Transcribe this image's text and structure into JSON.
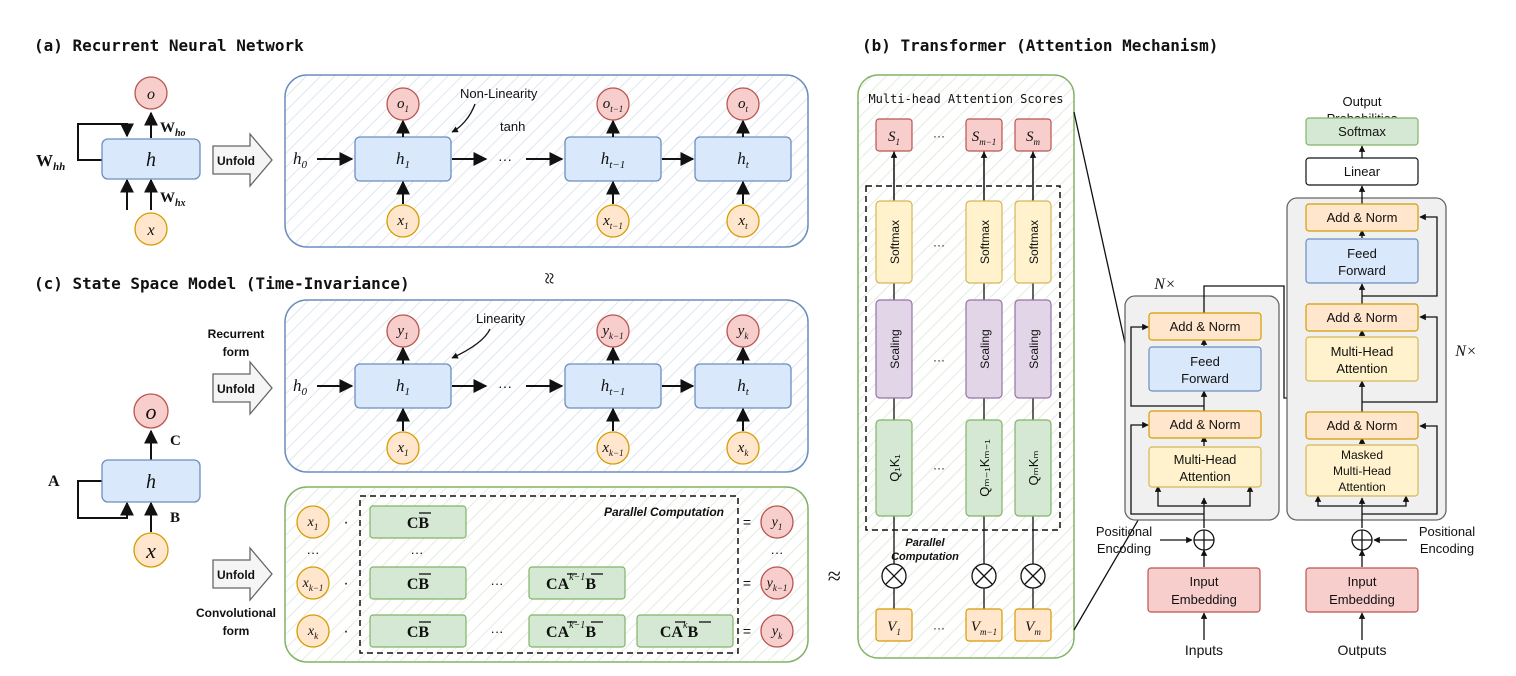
{
  "sections": {
    "rnn": "(a) Recurrent Neural Network",
    "transformer": "(b) Transformer (Attention Mechanism)",
    "ssm": "(c) State Space Model (Time-Invariance)"
  },
  "rnn": {
    "unfold": "Unfold",
    "nonlinearity": "Non-Linearity",
    "tanh": "tanh",
    "rolled": {
      "o": "o",
      "h": "h",
      "x": "x",
      "w_hh": "W",
      "w_hh_sub": "hh",
      "w_ho": "W",
      "w_ho_sub": "ho",
      "w_hx": "W",
      "w_hx_sub": "hx"
    },
    "h0": "h",
    "h0_sub": "0",
    "dots": "···",
    "steps": [
      {
        "o": "o",
        "o_sub": "1",
        "h": "h",
        "h_sub": "1",
        "x": "x",
        "x_sub": "1"
      },
      {
        "o": "o",
        "o_sub": "t−1",
        "h": "h",
        "h_sub": "t−1",
        "x": "x",
        "x_sub": "t−1"
      },
      {
        "o": "o",
        "o_sub": "t",
        "h": "h",
        "h_sub": "t",
        "x": "x",
        "x_sub": "t"
      }
    ]
  },
  "approx_symbol": "≈",
  "ssm": {
    "rolled": {
      "o": "o",
      "h": "h",
      "x": "x",
      "a": "A",
      "b": "B",
      "c": "C"
    },
    "recurrent_label": [
      "Recurrent",
      "form"
    ],
    "convolutional_label": [
      "Convolutional",
      "form"
    ],
    "unfold": "Unfold",
    "linearity": "Linearity",
    "h0": "h",
    "h0_sub": "0",
    "dots": "···",
    "steps": [
      {
        "y": "y",
        "y_sub": "1",
        "h": "h",
        "h_sub": "1",
        "x": "x",
        "x_sub": "1"
      },
      {
        "y": "y",
        "y_sub": "k−1",
        "h": "h",
        "h_sub": "t−1",
        "x": "x",
        "x_sub": "k−1"
      },
      {
        "y": "y",
        "y_sub": "k",
        "h": "h",
        "h_sub": "t",
        "x": "x",
        "x_sub": "k"
      }
    ],
    "parallel_label": "Parallel Computation",
    "conv_rows": [
      {
        "x": "x",
        "x_sub": "1",
        "y": "y",
        "y_sub": "1"
      },
      {
        "x": "x",
        "x_sub": "k−1",
        "y": "y",
        "y_sub": "k−1"
      },
      {
        "x": "x",
        "x_sub": "k",
        "y": "y",
        "y_sub": "k"
      }
    ],
    "kernel_cb": "CB",
    "kernel_ca": "CA",
    "kernel_b": "B",
    "kernel_pow_k1": "k−1",
    "kernel_pow_k": "k",
    "dot": "·",
    "equals": "=",
    "vdots": "···"
  },
  "attention": {
    "title": "Multi-head Attention Scores",
    "parallel_label": [
      "Parallel",
      "Computation"
    ],
    "dots": "···",
    "heads": [
      {
        "s": "S",
        "s_sub": "1",
        "softmax": "Softmax",
        "scaling": "Scaling",
        "qk": "Q₁K₁",
        "v": "V",
        "v_sub": "1"
      },
      {
        "s": "S",
        "s_sub": "m−1",
        "softmax": "Softmax",
        "scaling": "Scaling",
        "qk": "Qₘ₋₁Kₘ₋₁",
        "v": "V",
        "v_sub": "m−1"
      },
      {
        "s": "S",
        "s_sub": "m",
        "softmax": "Softmax",
        "scaling": "Scaling",
        "qk": "QₘKₘ",
        "v": "V",
        "v_sub": "m"
      }
    ]
  },
  "encoder": {
    "nx": "N×",
    "add_norm": "Add & Norm",
    "feed_forward": [
      "Feed",
      "Forward"
    ],
    "mha": [
      "Multi-Head",
      "Attention"
    ],
    "positional": [
      "Positional",
      "Encoding"
    ],
    "input_embedding": [
      "Input",
      "Embedding"
    ],
    "inputs": "Inputs"
  },
  "decoder": {
    "nx": "N×",
    "output_probs": [
      "Output",
      "Probabilities"
    ],
    "softmax": "Softmax",
    "linear": "Linear",
    "add_norm": "Add & Norm",
    "feed_forward": [
      "Feed",
      "Forward"
    ],
    "mha": [
      "Multi-Head",
      "Attention"
    ],
    "masked_mha": [
      "Masked",
      "Multi-Head",
      "Attention"
    ],
    "positional": [
      "Positional",
      "Encoding"
    ],
    "output_embedding": [
      "Input",
      "Embedding"
    ],
    "outputs": "Outputs"
  },
  "colors": {
    "node_red": "#f8cecc",
    "node_red_stroke": "#b85450",
    "node_orange": "#ffe6cc",
    "node_orange_stroke": "#d79b00",
    "blue_fill": "#dae8fc",
    "blue_stroke": "#6c8ebf",
    "green_fill": "#d5e8d4",
    "green_stroke": "#82b366",
    "yellow_fill": "#fff2cc",
    "yellow_stroke": "#d6b656",
    "purple_fill": "#e1d5e7",
    "purple_stroke": "#9673a6"
  }
}
